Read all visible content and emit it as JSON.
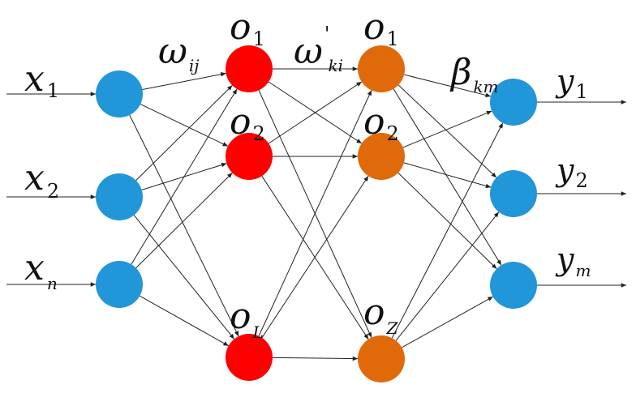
{
  "diagram": {
    "colors": {
      "input_node": "#2196d9",
      "hidden1_node": "#ff0000",
      "hidden2_node": "#e0690a",
      "output_node": "#2196d9",
      "edge": "#222222"
    },
    "inputs": [
      {
        "base": "x",
        "sub": "1"
      },
      {
        "base": "x",
        "sub": "2"
      },
      {
        "base": "x",
        "sub": "n"
      }
    ],
    "hidden1": [
      {
        "base": "o",
        "sub": "1"
      },
      {
        "base": "o",
        "sub": "2"
      },
      {
        "base": "o",
        "sub": "L"
      }
    ],
    "hidden2": [
      {
        "base": "o",
        "sub": "1"
      },
      {
        "base": "o",
        "sub": "2"
      },
      {
        "base": "o",
        "sub": "Z"
      }
    ],
    "outputs": [
      {
        "base": "y",
        "sub": "1"
      },
      {
        "base": "y",
        "sub": "2"
      },
      {
        "base": "y",
        "sub": "m"
      }
    ],
    "weights": {
      "w1": {
        "base": "ω",
        "sub": "ij"
      },
      "w2": {
        "base": "ω",
        "prime": "'",
        "sub": "ki"
      },
      "w3": {
        "base": "β",
        "sub": "km"
      }
    }
  }
}
